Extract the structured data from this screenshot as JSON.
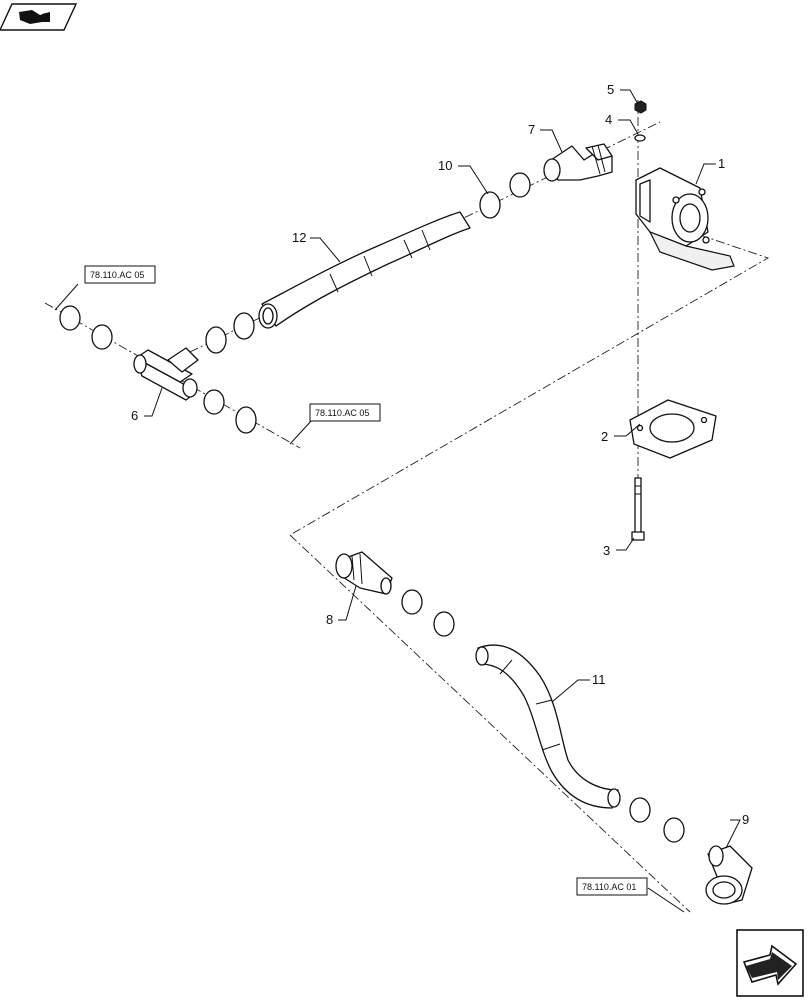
{
  "callouts": [
    {
      "id": "c1",
      "text": "1"
    },
    {
      "id": "c2",
      "text": "2"
    },
    {
      "id": "c3",
      "text": "3"
    },
    {
      "id": "c4",
      "text": "4"
    },
    {
      "id": "c5",
      "text": "5"
    },
    {
      "id": "c6",
      "text": "6"
    },
    {
      "id": "c7",
      "text": "7"
    },
    {
      "id": "c8",
      "text": "8"
    },
    {
      "id": "c9",
      "text": "9"
    },
    {
      "id": "c10",
      "text": "10"
    },
    {
      "id": "c11",
      "text": "11"
    },
    {
      "id": "c12",
      "text": "12"
    }
  ],
  "references": {
    "ref_left_top": "78.110.AC 05",
    "ref_left_bottom": "78.110.AC 05",
    "ref_bottom_right": "78.110.AC 01"
  },
  "icons": {
    "top_left": "book-arrow-icon",
    "bottom_right": "next-page-arrow-icon"
  }
}
